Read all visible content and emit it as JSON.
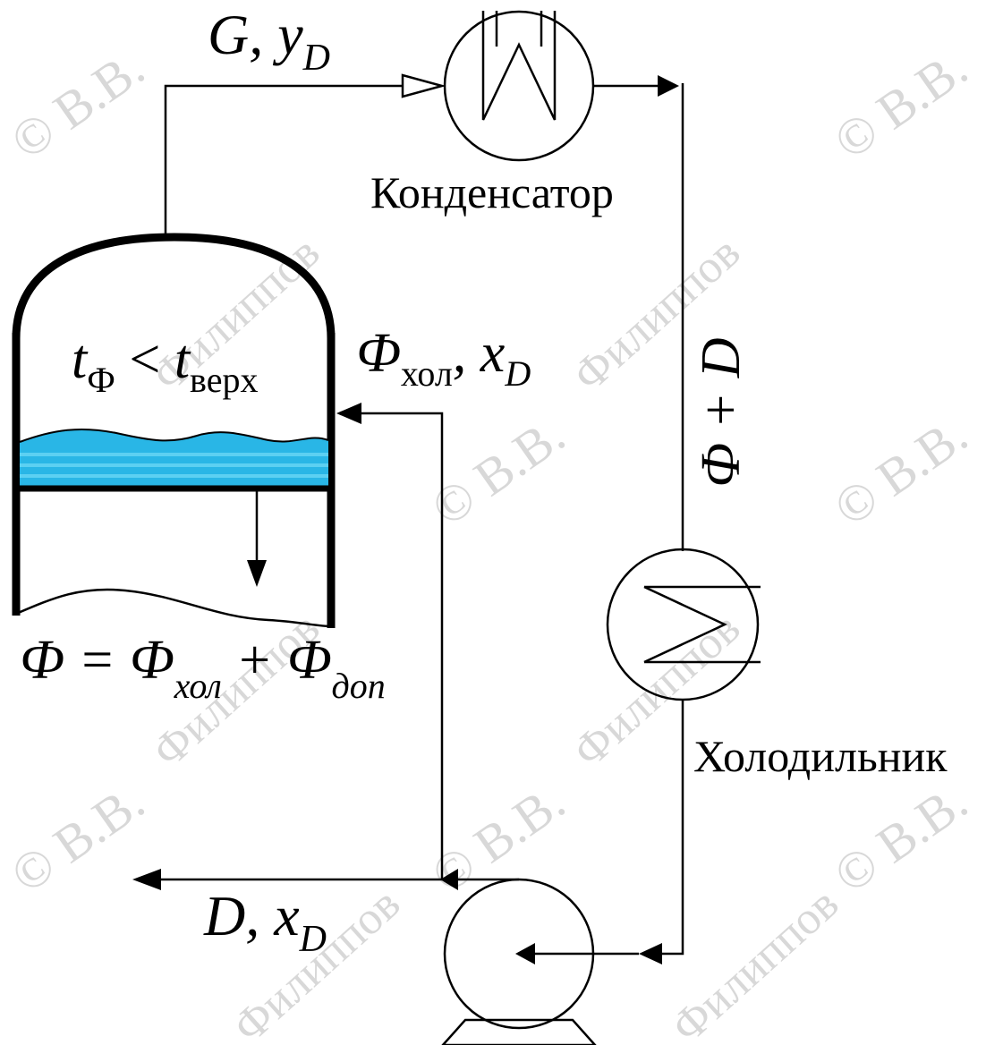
{
  "watermark": {
    "copyright_text": "© В.В.",
    "name_text": "Филиппов"
  },
  "labels": {
    "vapor_flow": {
      "main": "G, y",
      "sub": "D"
    },
    "condenser": "Конденсатор",
    "temperature_condition": {
      "t": "t",
      "t_sub": "Ф",
      "lt": " < ",
      "t2": "t",
      "t2_sub": "верх"
    },
    "cold_reflux": {
      "main": "Ф",
      "sub": "хол",
      "tail": ", x",
      "tail_sub": "D"
    },
    "total_flow": "Ф + D",
    "reflux_equation": {
      "left": "Ф = Ф",
      "sub1": "хол",
      "plus": " + Ф",
      "sub2": "доп"
    },
    "cooler": "Холодильник",
    "distillate": {
      "main": "D, x",
      "sub": "D"
    }
  },
  "colors": {
    "line": "#000000",
    "liquid": "#29b6e6",
    "liquid_stripe": "#5cd0f2",
    "watermark": "#c8c8c8"
  }
}
